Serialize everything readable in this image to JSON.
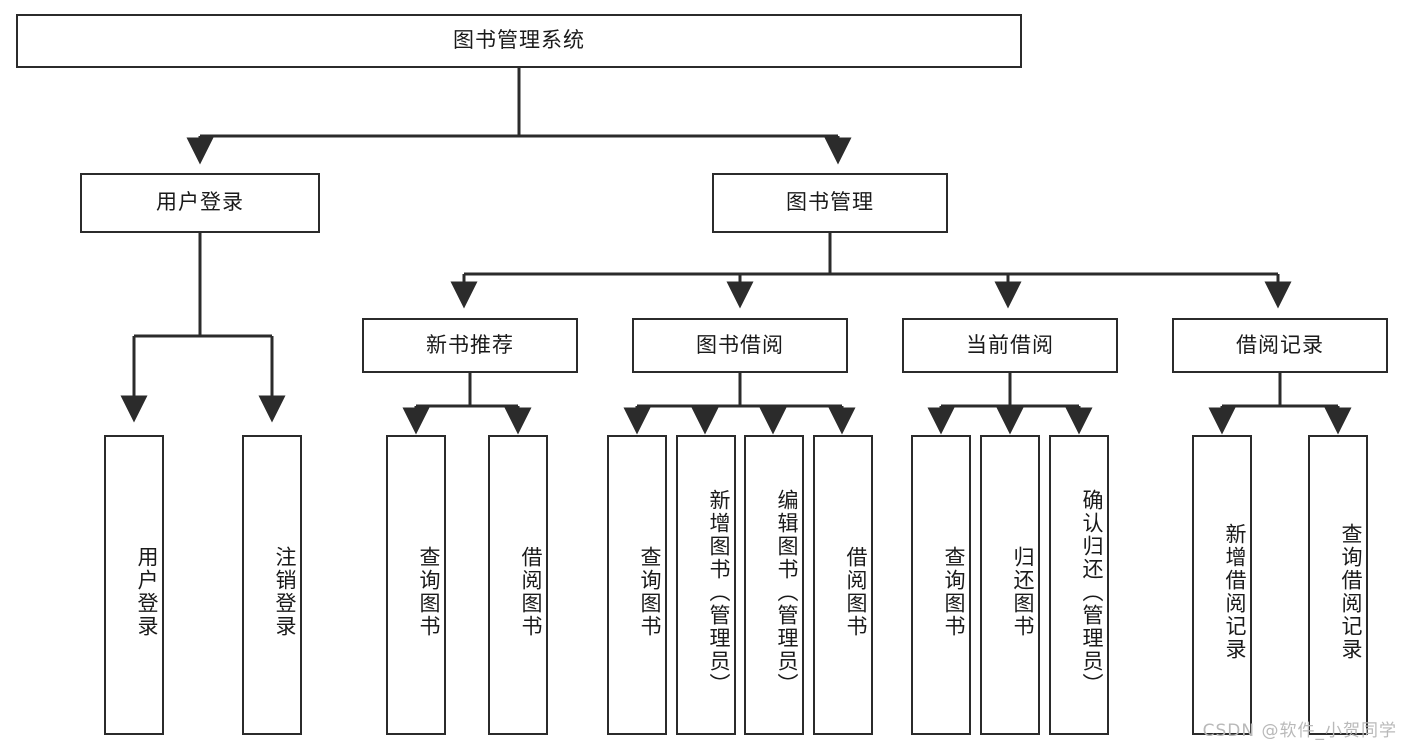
{
  "diagram": {
    "type": "tree",
    "title": "图书管理系统",
    "watermark": "CSDN @软件_小贺同学",
    "colors": {
      "stroke": "#2b2b2b",
      "fill": "#ffffff",
      "text": "#1a1a1a",
      "watermark": "#b9b9b9"
    },
    "nodes": {
      "root": "图书管理系统",
      "level2": {
        "user_login": "用户登录",
        "book_manage": "图书管理"
      },
      "level3": {
        "new_book_rec": "新书推荐",
        "book_borrow": "图书借阅",
        "current_borrow": "当前借阅",
        "borrow_record": "借阅记录"
      },
      "leaves": {
        "user_login": [
          "用户登录",
          "注销登录"
        ],
        "new_book_rec": [
          "查询图书",
          "借阅图书"
        ],
        "book_borrow": [
          "查询图书",
          "新增图书（管理员）",
          "编辑图书（管理员）",
          "借阅图书"
        ],
        "current_borrow": [
          "查询图书",
          "归还图书",
          "确认归还（管理员）"
        ],
        "borrow_record": [
          "新增借阅记录",
          "查询借阅记录"
        ]
      }
    }
  }
}
